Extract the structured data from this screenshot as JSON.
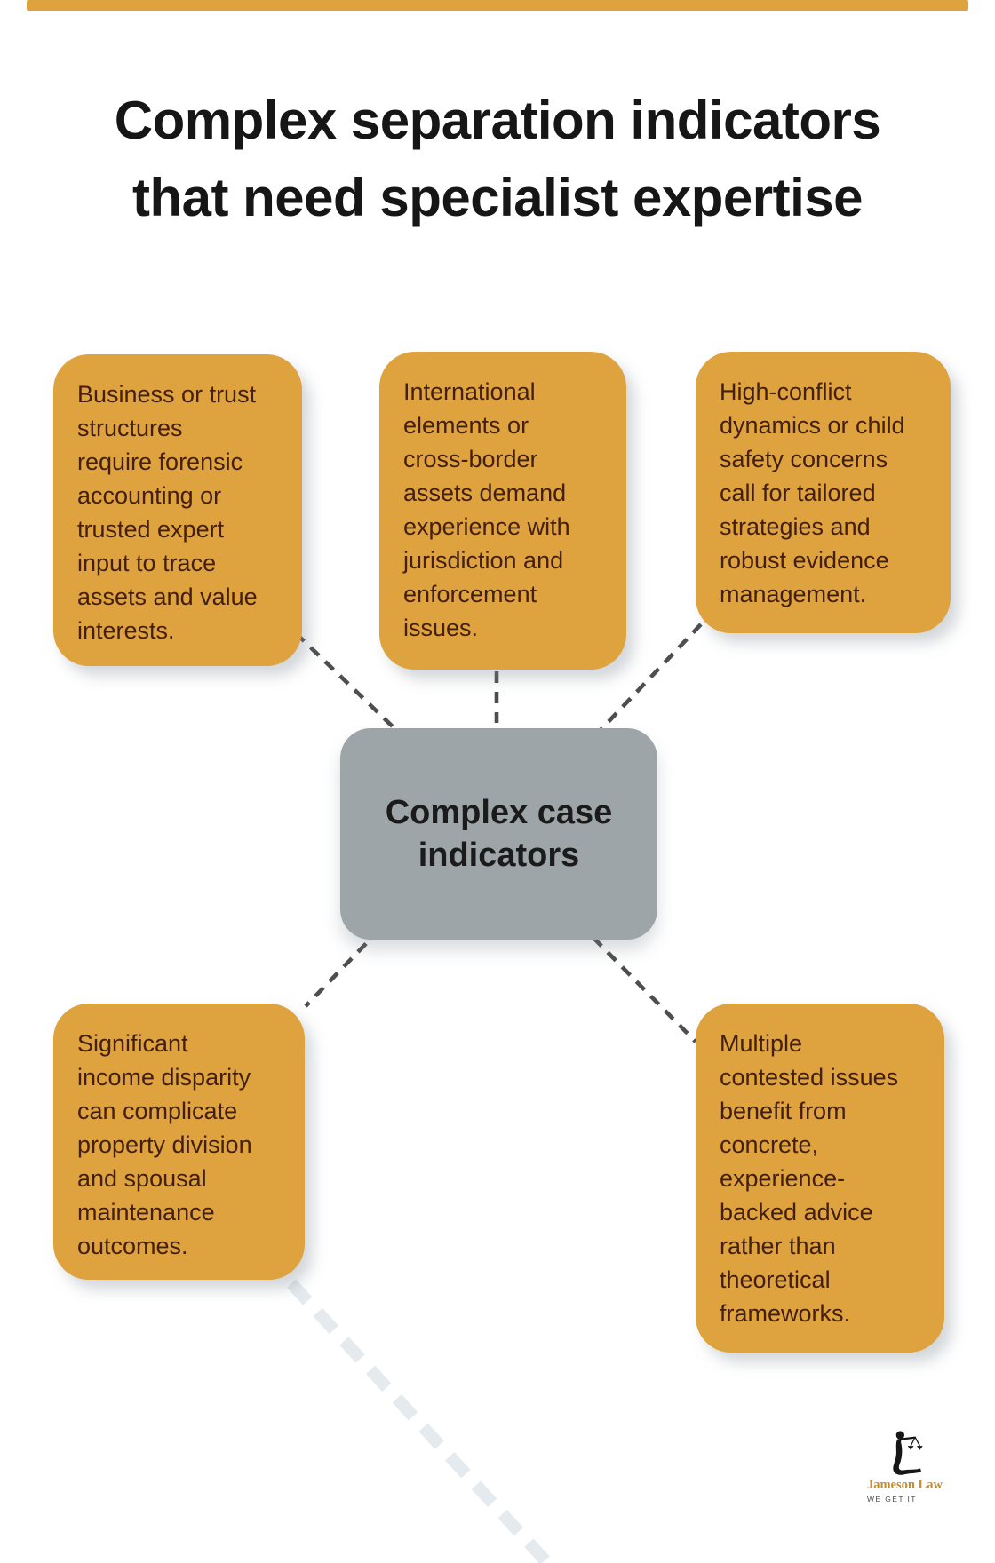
{
  "title": {
    "line1": "Complex separation indicators",
    "line2": "that need specialist expertise"
  },
  "center_box": {
    "label": "Complex case\nindicators"
  },
  "indicator_boxes": [
    {
      "id": "business-trust-structures",
      "text": "Business or trust\nstructures\nrequire forensic\naccounting or\ntrusted expert\ninput to trace\nassets and value\ninterests."
    },
    {
      "id": "international-elements",
      "text": "International\nelements or\ncross-border\nassets demand\nexperience with\njurisdiction and\nenforcement\nissues."
    },
    {
      "id": "high-conflict-dynamics",
      "text": "High-conflict\ndynamics or child\nsafety concerns\ncall for tailored\nstrategies and\nrobust evidence\nmanagement."
    },
    {
      "id": "income-disparity",
      "text": "Significant\nincome disparity\ncan complicate\nproperty division\nand spousal\nmaintenance\noutcomes."
    },
    {
      "id": "multiple-contested-issues",
      "text": "Multiple\ncontested issues\nbenefit from\nconcrete,\nexperience-\nbacked advice\nrather than\ntheoretical\nframeworks."
    }
  ],
  "logo": {
    "name": "Jameson Law",
    "tagline": "WE GET IT",
    "icon": "lady-justice-icon"
  },
  "colors": {
    "accent_orange": "#DEA23E",
    "box_text_brown": "#431F10",
    "center_gray": "#9EA5A9",
    "connector_dash": "#4E4E4E",
    "title_text": "#161616",
    "logo_gold": "#C28E33"
  }
}
